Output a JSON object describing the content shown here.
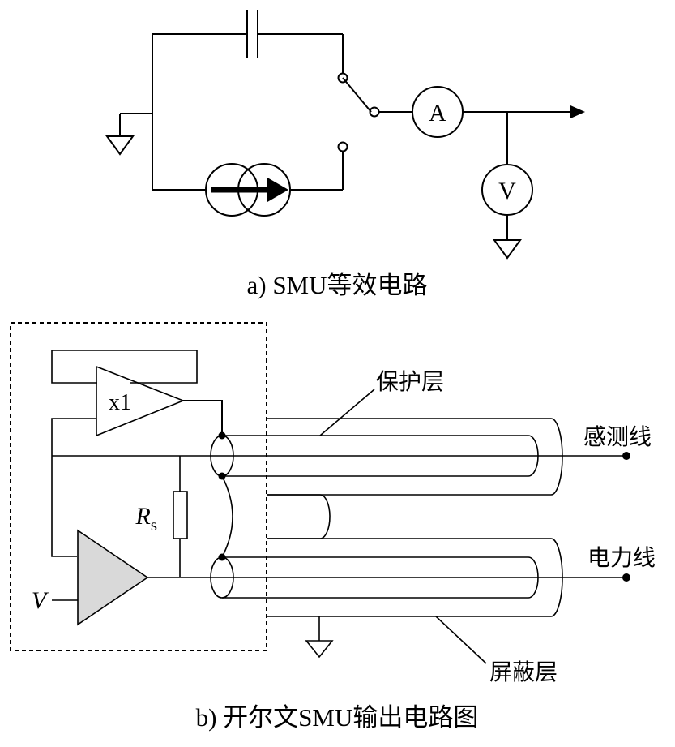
{
  "diagram_a": {
    "caption": "a) SMU等效电路",
    "ammeter_label": "A",
    "voltmeter_label": "V"
  },
  "diagram_b": {
    "caption": "b) 开尔文SMU输出电路图",
    "buffer_label": "x1",
    "resistor_label": "R",
    "resistor_subscript": "s",
    "input_label": "V",
    "guard_label": "保护层",
    "sense_label": "感测线",
    "force_label": "电力线",
    "shield_label": "屏蔽层",
    "colors": {
      "opamp_fill": "#d9d9d9",
      "wire": "#000000"
    }
  }
}
